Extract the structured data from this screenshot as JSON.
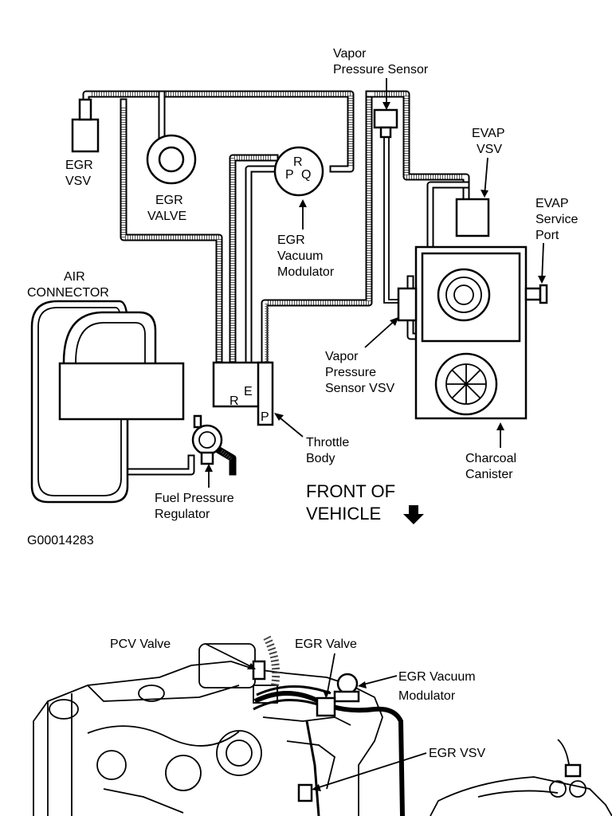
{
  "diagram": {
    "labels": {
      "vapor_pressure_sensor_1": "Vapor",
      "vapor_pressure_sensor_2": "Pressure Sensor",
      "egr_vsv_1": "EGR",
      "egr_vsv_2": "VSV",
      "egr_valve_1": "EGR",
      "egr_valve_2": "VALVE",
      "egr_modulator_1": "EGR",
      "egr_modulator_2": "Vacuum",
      "egr_modulator_3": "Modulator",
      "evap_vsv_1": "EVAP",
      "evap_vsv_2": "VSV",
      "evap_port_1": "EVAP",
      "evap_port_2": "Service",
      "evap_port_3": "Port",
      "air_connector_1": "AIR",
      "air_connector_2": "CONNECTOR",
      "vp_sensor_vsv_1": "Vapor",
      "vp_sensor_vsv_2": "Pressure",
      "vp_sensor_vsv_3": "Sensor VSV",
      "throttle_body_1": "Throttle",
      "throttle_body_2": "Body",
      "charcoal_canister_1": "Charcoal",
      "charcoal_canister_2": "Canister",
      "fuel_regulator_1": "Fuel Pressure",
      "fuel_regulator_2": "Regulator",
      "front_1": "FRONT OF",
      "front_2": "VEHICLE",
      "figure_id": "G00014283",
      "modulator_port_r": "R",
      "modulator_port_p": "P",
      "modulator_port_q": "Q",
      "throttle_port_r": "R",
      "throttle_port_e": "E",
      "throttle_port_p": "P"
    }
  },
  "engine_view": {
    "labels": {
      "pcv_valve": "PCV Valve",
      "egr_valve": "EGR Valve",
      "egr_modulator_1": "EGR Vacuum",
      "egr_modulator_2": "Modulator",
      "egr_vsv": "EGR VSV"
    }
  }
}
